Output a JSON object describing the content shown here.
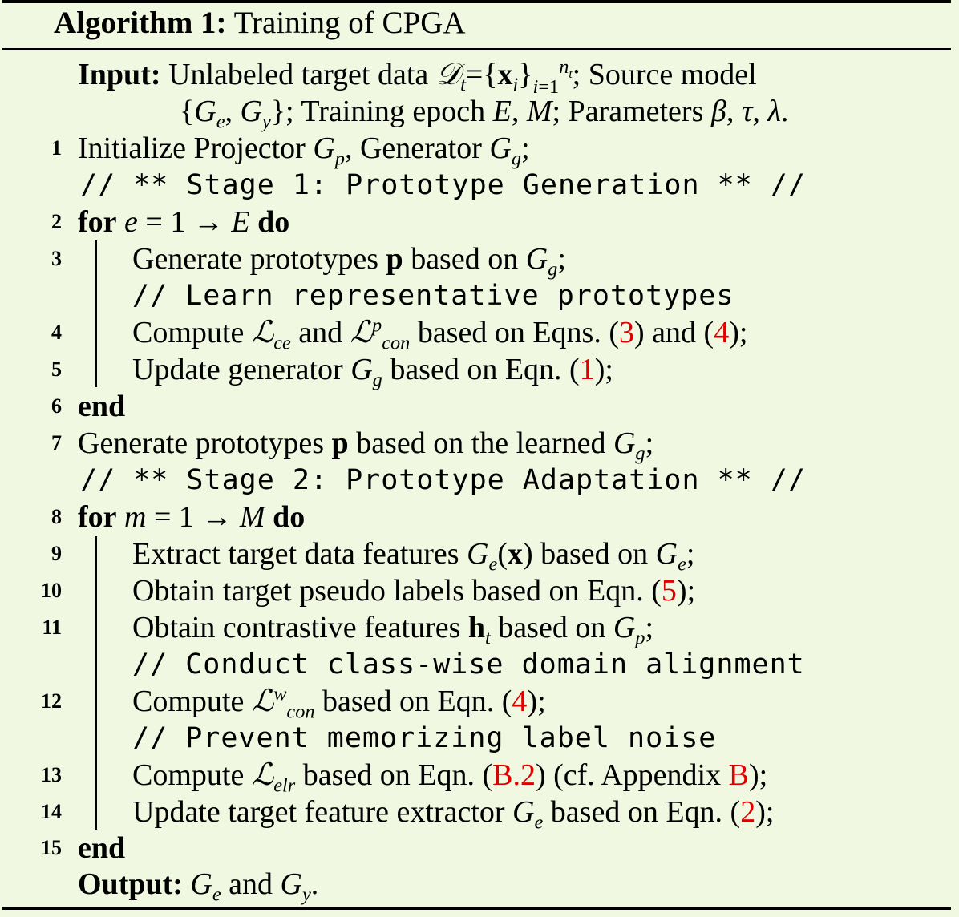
{
  "algorithm": {
    "title_bold": "Algorithm 1:",
    "title_rest": " Training of CPGA",
    "input": {
      "label": "Input:",
      "text_1": " Unlabeled target data ",
      "text_2": "; Source model",
      "text_3": "; Training epoch ",
      "text_4": "; Parameters "
    },
    "lines": [
      {
        "no": "1",
        "text": "Initialize Projector ",
        "t2": ", Generator "
      },
      {
        "comment": "// ** Stage 1: Prototype Generation ** //"
      },
      {
        "no": "2",
        "kw_for": "for",
        "kw_do": "do"
      },
      {
        "no": "3",
        "text": "Generate prototypes ",
        "t2": " based on "
      },
      {
        "comment": "// Learn representative prototypes"
      },
      {
        "no": "4",
        "text": "Compute ",
        "t2": " and ",
        "t3": " based on Eqns. (",
        "ref1": "3",
        "t4": ") and (",
        "ref2": "4",
        "t5": ");"
      },
      {
        "no": "5",
        "text": "Update generator ",
        "t2": " based on Eqn. (",
        "ref1": "1",
        "t3": ");"
      },
      {
        "no": "6",
        "kw": "end"
      },
      {
        "no": "7",
        "text": "Generate prototypes ",
        "t2": " based on the learned "
      },
      {
        "comment": "// ** Stage 2: Prototype Adaptation ** //"
      },
      {
        "no": "8",
        "kw_for": "for",
        "kw_do": "do"
      },
      {
        "no": "9",
        "text": "Extract target data features ",
        "t2": " based on "
      },
      {
        "no": "10",
        "text": "Obtain target pseudo labels based on Eqn. (",
        "ref1": "5",
        "t2": ");"
      },
      {
        "no": "11",
        "text": "Obtain contrastive features ",
        "t2": " based on "
      },
      {
        "comment": "// Conduct class-wise domain alignment"
      },
      {
        "no": "12",
        "text": "Compute ",
        "t2": " based on Eqn. (",
        "ref1": "4",
        "t3": ");"
      },
      {
        "comment": "// Prevent memorizing label noise"
      },
      {
        "no": "13",
        "text": "Compute ",
        "t2": " based on Eqn. (",
        "ref1": "B.2",
        "t3": ") (cf. Appendix ",
        "ref2": "B",
        "t4": ");"
      },
      {
        "no": "14",
        "text": "Update target feature extractor ",
        "t2": " based on Eqn. (",
        "ref1": "2",
        "t3": ");"
      },
      {
        "no": "15",
        "kw": "end"
      }
    ],
    "output": {
      "label": "Output:",
      "t1": " and "
    }
  }
}
